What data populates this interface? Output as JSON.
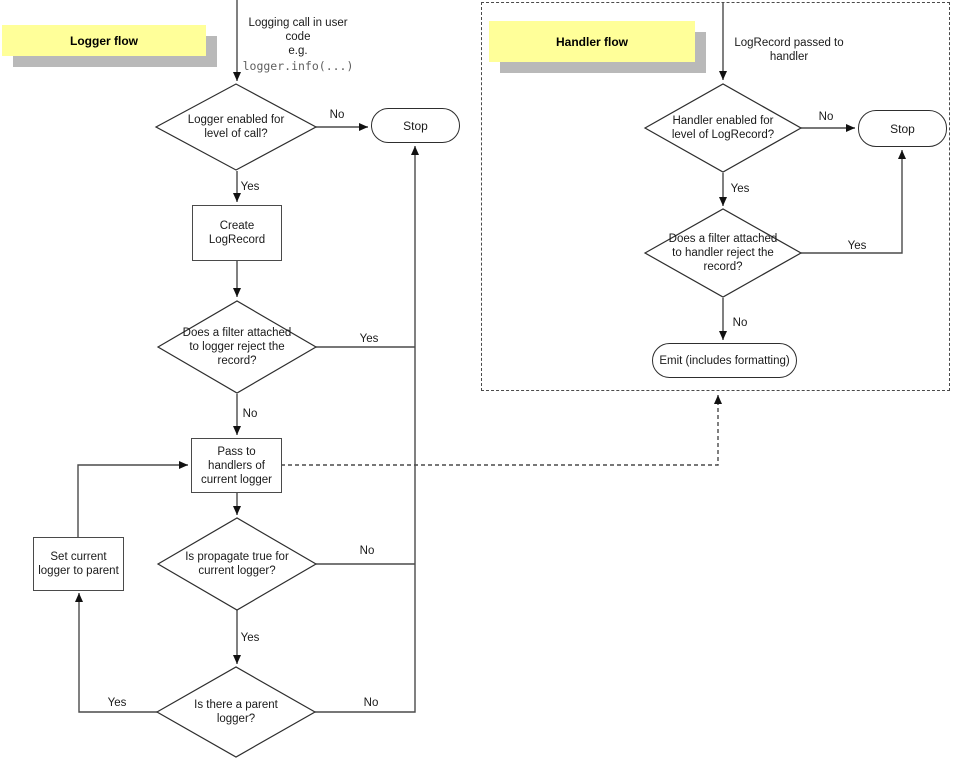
{
  "colors": {
    "note_bg": "#ffff99",
    "note_shadow": "#b9b9b9",
    "wire": "#4a4a4a",
    "shape_border": "#2e2e2e",
    "mono_text": "#5f5f5f"
  },
  "logger_flow": {
    "title": "Logger flow",
    "entry": {
      "lines": [
        "Logging call in user",
        "code",
        "e.g."
      ],
      "code": "logger.info(...)"
    },
    "decision_level": {
      "lines": [
        "Logger enabled for",
        "level of call?"
      ]
    },
    "stop_label": "Stop",
    "create_box": {
      "lines": [
        "Create",
        "LogRecord"
      ]
    },
    "decision_filter": {
      "lines": [
        "Does a filter attached",
        "to logger reject the",
        "record?"
      ]
    },
    "pass_box": {
      "lines": [
        "Pass to",
        "handlers of",
        "current logger"
      ]
    },
    "decision_propagate": {
      "lines": [
        "Is propagate true for",
        "current logger?"
      ]
    },
    "decision_parent": {
      "lines": [
        "Is there a parent",
        "logger?"
      ]
    },
    "set_parent_box": {
      "lines": [
        "Set current",
        "logger to parent"
      ]
    },
    "labels": {
      "level_no": "No",
      "level_yes": "Yes",
      "filter_yes": "Yes",
      "filter_no": "No",
      "propagate_no": "No",
      "propagate_yes": "Yes",
      "parent_yes": "Yes",
      "parent_no": "No"
    }
  },
  "handler_flow": {
    "title": "Handler flow",
    "entry": {
      "lines": [
        "LogRecord passed to",
        "handler"
      ]
    },
    "decision_level": {
      "lines": [
        "Handler enabled for",
        "level of LogRecord?"
      ]
    },
    "stop_label": "Stop",
    "decision_filter": {
      "lines": [
        "Does a filter attached",
        "to handler reject the",
        "record?"
      ]
    },
    "emit_label": "Emit (includes formatting)",
    "labels": {
      "level_no": "No",
      "level_yes": "Yes",
      "filter_yes": "Yes",
      "filter_no": "No"
    }
  }
}
